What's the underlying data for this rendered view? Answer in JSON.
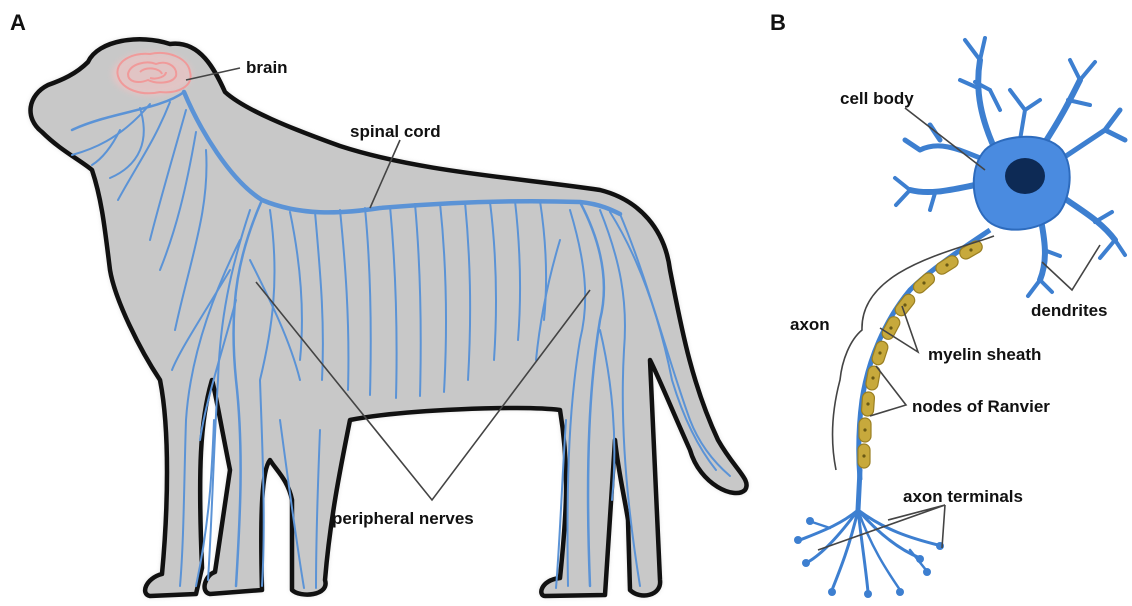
{
  "panels": {
    "a": {
      "letter": "A",
      "labels": {
        "brain": "brain",
        "spinal_cord": "spinal cord",
        "peripheral_nerves": "peripheral nerves"
      }
    },
    "b": {
      "letter": "B",
      "labels": {
        "cell_body": "cell body",
        "dendrites": "dendrites",
        "axon": "axon",
        "myelin_sheath": "myelin sheath",
        "nodes_of_ranvier": "nodes of Ranvier",
        "axon_terminals": "axon terminals"
      }
    }
  },
  "colors": {
    "body_fill": "#c8c8c8",
    "outline": "#111111",
    "nerve": "#5b93d6",
    "brain": "#f4a6a6",
    "neuron": "#4a8be0",
    "nucleus": "#0d2a55",
    "myelin": "#c7a93c"
  }
}
